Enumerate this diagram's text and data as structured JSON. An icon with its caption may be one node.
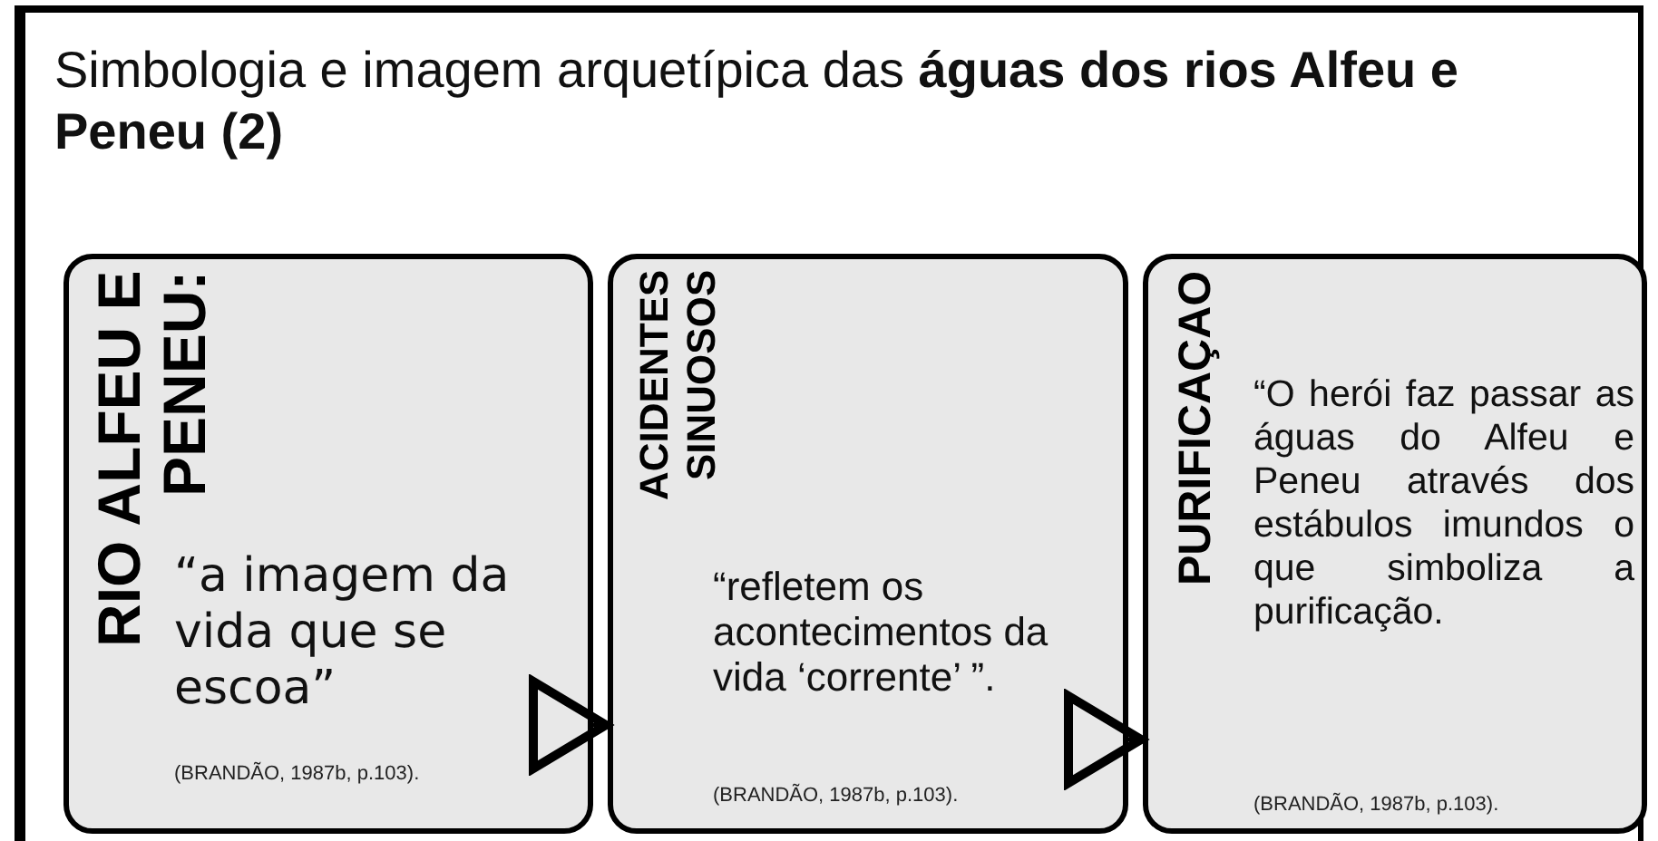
{
  "diagram": {
    "title": "Simbologia e imagem arquetípica das **águas dos rios Alfeu e Peneu (2)**",
    "nodes": [
      {
        "text": [
          "RIO ALFEU E PENEU:",
          "“a imagem da vida que se escoa”",
          "(BRANDÃO, 1987b, p.103)."
        ]
      },
      {
        "text": [
          "ACIDENTES SINUOSOS",
          "“refletem os acontecimentos da vida ‘corrente’ ”.",
          "(BRANDÃO, 1987b, p.103)."
        ]
      },
      {
        "text": [
          "PURIFICAÇAO",
          "“O herói faz passar as águas do Alfeu e Peneu através dos estábulos imundos o que simboliza a purificação.",
          "(BRANDÃO, 1987b, p.103)."
        ]
      }
    ],
    "edges": [
      {
        "from": 0,
        "to": 1,
        "arrow": "to"
      },
      {
        "from": 1,
        "to": 2,
        "arrow": "to"
      }
    ]
  }
}
